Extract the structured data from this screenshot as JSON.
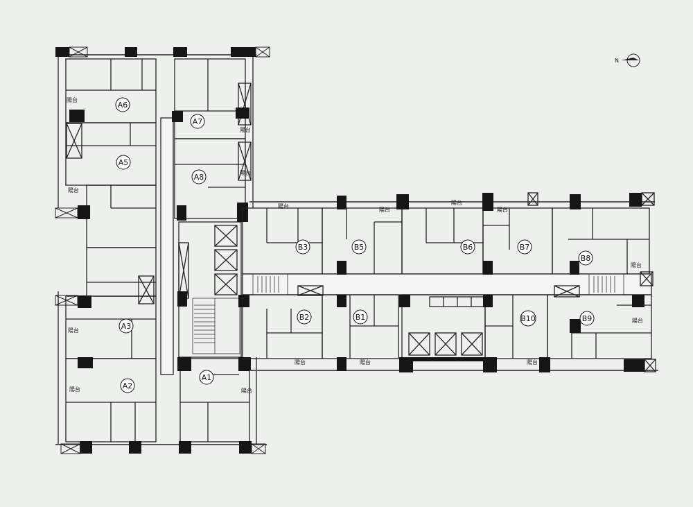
{
  "compass": {
    "north_label": "N"
  },
  "balcony_label": "陽台",
  "units": {
    "A1": "A1",
    "A2": "A2",
    "A3": "A3",
    "A5": "A5",
    "A6": "A6",
    "A7": "A7",
    "A8": "A8",
    "B1": "B1",
    "B2": "B2",
    "B3": "B3",
    "B5": "B5",
    "B6": "B6",
    "B7": "B7",
    "B8": "B8",
    "B9": "B9",
    "B10": "B10"
  },
  "balconies": [
    {
      "id": "bal-a6",
      "text": "陽台"
    },
    {
      "id": "bal-a7",
      "text": "陽台"
    },
    {
      "id": "bal-a8",
      "text": "陽台"
    },
    {
      "id": "bal-a5",
      "text": "陽台"
    },
    {
      "id": "bal-a3",
      "text": "陽台"
    },
    {
      "id": "bal-a2",
      "text": "陽台"
    },
    {
      "id": "bal-a1",
      "text": "陽台"
    },
    {
      "id": "bal-b3",
      "text": "陽台"
    },
    {
      "id": "bal-b5",
      "text": "陽台"
    },
    {
      "id": "bal-b6",
      "text": "陽台"
    },
    {
      "id": "bal-b7",
      "text": "陽台"
    },
    {
      "id": "bal-b8",
      "text": "陽台"
    },
    {
      "id": "bal-b2",
      "text": "陽台"
    },
    {
      "id": "bal-b1",
      "text": "陽台"
    },
    {
      "id": "bal-b10",
      "text": "陽台"
    },
    {
      "id": "bal-b9",
      "text": "陽台"
    }
  ]
}
